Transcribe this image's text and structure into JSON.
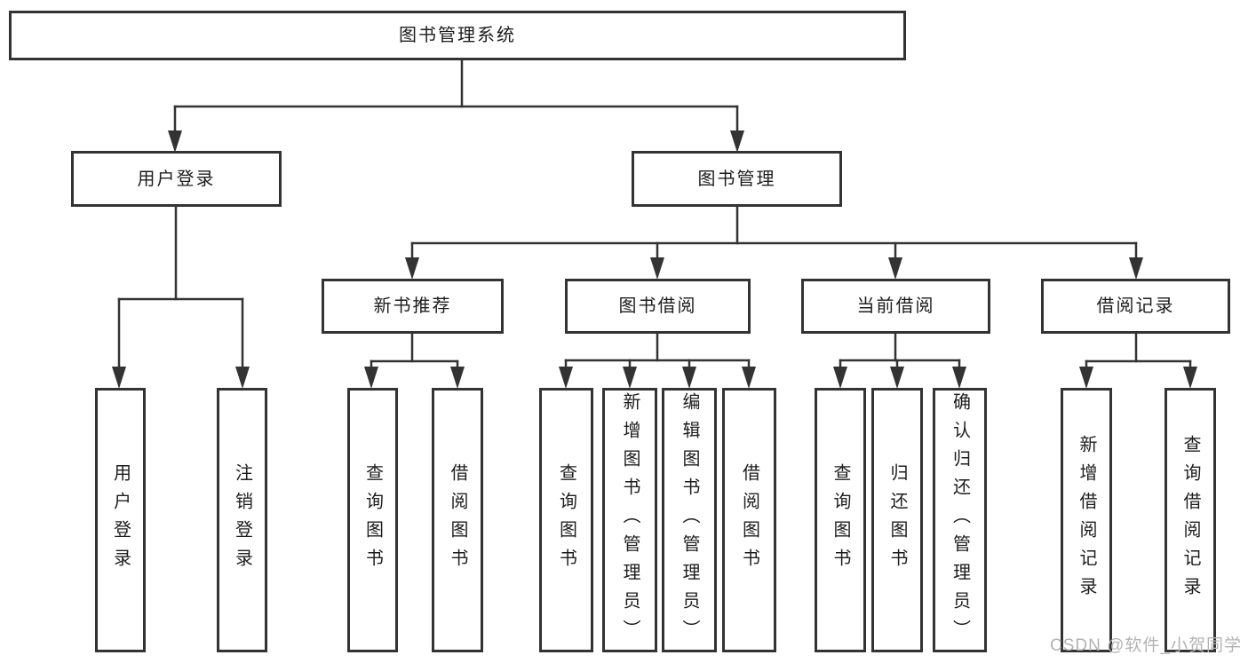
{
  "diagram_type": "hierarchy-chart",
  "colors": {
    "background": "#ffffff",
    "line": "#333333",
    "box_border": "#333333",
    "text": "#1d1d1d",
    "watermark_text": "#b3b3b3"
  },
  "root": {
    "label": "图书管理系统"
  },
  "branches": [
    {
      "label": "用户登录",
      "children": [
        {
          "label": "用户登录"
        },
        {
          "label": "注销登录"
        }
      ]
    },
    {
      "label": "图书管理",
      "children": [
        {
          "label": "新书推荐",
          "children": [
            {
              "label": "查询图书"
            },
            {
              "label": "借阅图书"
            }
          ]
        },
        {
          "label": "图书借阅",
          "children": [
            {
              "label": "查询图书"
            },
            {
              "label": "新增图书（管理员）"
            },
            {
              "label": "编辑图书（管理员）"
            },
            {
              "label": "借阅图书"
            }
          ]
        },
        {
          "label": "当前借阅",
          "children": [
            {
              "label": "查询图书"
            },
            {
              "label": "归还图书"
            },
            {
              "label": "确认归还（管理员）"
            }
          ]
        },
        {
          "label": "借阅记录",
          "children": [
            {
              "label": "新增借阅记录"
            },
            {
              "label": "查询借阅记录"
            }
          ]
        }
      ]
    }
  ],
  "watermark": "CSDN @软件_小贺同学"
}
